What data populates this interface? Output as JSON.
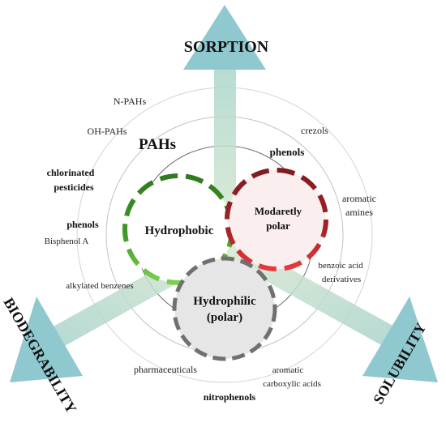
{
  "axes": {
    "sorption": "SORPTION",
    "biodegradability": "BIODEGRABILITY",
    "solubility": "SOLUBILITY"
  },
  "regions": {
    "hydrophobic": "Hydrophobic",
    "moderately_polar_line1": "Modaretly",
    "moderately_polar_line2": "polar",
    "hydrophilic_line1": "Hydrophilic",
    "hydrophilic_line2": "(polar)"
  },
  "compounds": {
    "n_pahs": "N-PAHs",
    "oh_pahs": "OH-PAHs",
    "pahs": "PAHs",
    "chlorinated_line1": "chlorinated",
    "chlorinated_line2": "pesticides",
    "phenols_left": "phenols",
    "bisphenol_a": "Bisphenol A",
    "alkylated_benzenes": "alkylated benzenes",
    "crezols": "crezols",
    "phenols_right": "phenols",
    "aromatic_amines_line1": "aromatic",
    "aromatic_amines_line2": "amines",
    "benzoic_line1": "benzoic acid",
    "benzoic_line2": "derivatives",
    "pharmaceuticals": "pharmaceuticals",
    "aromatic_carboxylic_line1": "aromatic",
    "aromatic_carboxylic_line2": "carboxylic acids",
    "nitrophenols": "nitrophenols"
  },
  "colors": {
    "arrow_head": "#8fc9cf",
    "arrow_shaft": "#b9d6b8",
    "ring": "#cfcfcf",
    "ring_inner": "#7a7a7a",
    "hydrophobic_dark": "#2f7a1f",
    "hydrophobic_light": "#7cd14c",
    "moderate_dark": "#8e1e22",
    "moderate_light": "#e63a3f",
    "moderate_fill": "#fbeeee",
    "hydrophilic_stroke": "#707070",
    "hydrophilic_fill": "#e6e6e6"
  }
}
